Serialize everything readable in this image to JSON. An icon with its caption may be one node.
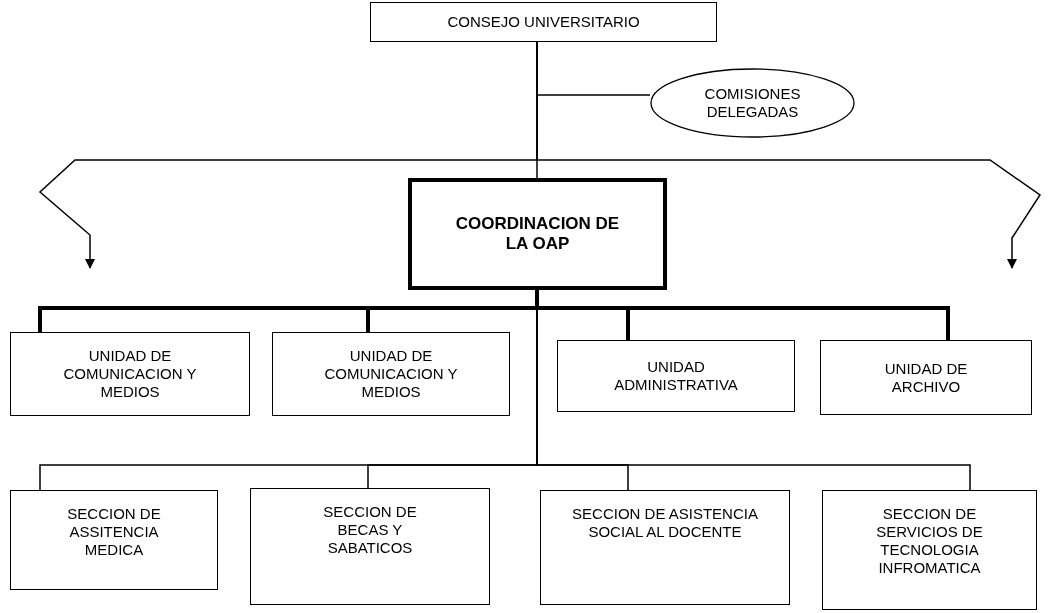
{
  "diagram": {
    "nodes": [
      {
        "text": [
          "CONSEJO UNIVERSITARIO"
        ]
      },
      {
        "text": [
          "COMISIONES DELEGADAS"
        ]
      },
      {
        "text": [
          "COORDINACION DE LA OAP"
        ]
      },
      {
        "text": [
          "UNIDAD DE COMUNICACION Y MEDIOS"
        ]
      },
      {
        "text": [
          "UNIDAD DE COMUNICACION Y MEDIOS"
        ]
      },
      {
        "text": [
          "UNIDAD ADMINISTRATIVA"
        ]
      },
      {
        "text": [
          "UNIDAD DE ARCHIVO"
        ]
      },
      {
        "text": [
          "SECCION DE ASSITENCIA MEDICA"
        ]
      },
      {
        "text": [
          "SECCION DE BECAS Y SABATICOS"
        ]
      },
      {
        "text": [
          "SECCION DE ASISTENCIA SOCIAL AL DOCENTE"
        ]
      },
      {
        "text": [
          "SECCION DE SERVICIOS DE TECNOLOGIA INFROMATICA"
        ]
      }
    ],
    "edges": [
      {
        "from": 0,
        "to": 2,
        "arrow": "none"
      },
      {
        "from": 0,
        "to": 1,
        "arrow": "none"
      },
      {
        "from": 0,
        "to": null,
        "arrow": "to"
      },
      {
        "from": 0,
        "to": null,
        "arrow": "to"
      },
      {
        "from": 2,
        "to": 3,
        "arrow": "none",
        "style": "thick"
      },
      {
        "from": 2,
        "to": 4,
        "arrow": "none",
        "style": "thick"
      },
      {
        "from": 2,
        "to": 5,
        "arrow": "none",
        "style": "thick"
      },
      {
        "from": 2,
        "to": 6,
        "arrow": "none",
        "style": "thick"
      },
      {
        "from": 2,
        "to": 7,
        "arrow": "none"
      },
      {
        "from": 2,
        "to": 8,
        "arrow": "none"
      },
      {
        "from": 2,
        "to": 9,
        "arrow": "none"
      },
      {
        "from": 2,
        "to": 10,
        "arrow": "none"
      }
    ]
  }
}
